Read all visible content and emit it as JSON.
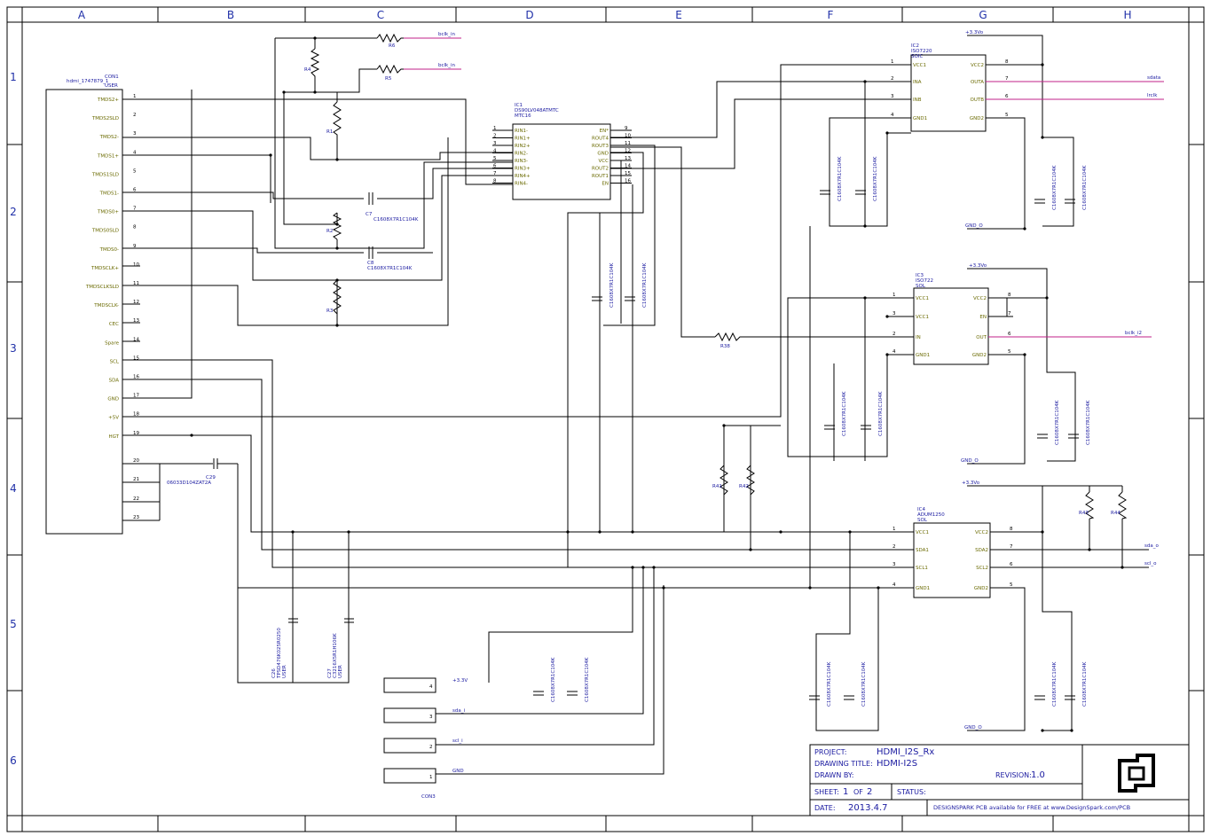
{
  "grid": {
    "columns": [
      "A",
      "B",
      "C",
      "D",
      "E",
      "F",
      "G",
      "H"
    ],
    "rows": [
      "1",
      "2",
      "3",
      "4",
      "5",
      "6"
    ]
  },
  "connector_hdmi": {
    "ref": "CON1",
    "part": "hdmi_1747879_1",
    "sub": "USER",
    "pins": [
      {
        "label": "TMDS2+",
        "num": "1"
      },
      {
        "label": "TMDS2SLD",
        "num": "2"
      },
      {
        "label": "TMDS2-",
        "num": "3"
      },
      {
        "label": "TMDS1+",
        "num": "4"
      },
      {
        "label": "TMDS1SLD",
        "num": "5"
      },
      {
        "label": "TMDS1-",
        "num": "6"
      },
      {
        "label": "TMDS0+",
        "num": "7"
      },
      {
        "label": "TMDS0SLD",
        "num": "8"
      },
      {
        "label": "TMDS0-",
        "num": "9"
      },
      {
        "label": "TMDSCLK+",
        "num": "10"
      },
      {
        "label": "TMDSCLKSLD",
        "num": "11"
      },
      {
        "label": "TMDSCLK-",
        "num": "12"
      },
      {
        "label": "CEC",
        "num": "13"
      },
      {
        "label": "Spare",
        "num": "14"
      },
      {
        "label": "SCL",
        "num": "15"
      },
      {
        "label": "SDA",
        "num": "16"
      },
      {
        "label": "GND",
        "num": "17"
      },
      {
        "label": "+5V",
        "num": "18"
      },
      {
        "label": "HGT",
        "num": "19"
      }
    ],
    "extra_pins": [
      "20",
      "21",
      "22",
      "23"
    ]
  },
  "u1": {
    "ref": "IC1",
    "part": "DS90LV048ATMTC",
    "sub": "MTC16",
    "left_pins": [
      {
        "label": "RIN1-",
        "num": "1"
      },
      {
        "label": "RIN1+",
        "num": "2"
      },
      {
        "label": "RIN2+",
        "num": "3"
      },
      {
        "label": "RIN2-",
        "num": "4"
      },
      {
        "label": "RIN3-",
        "num": "5"
      },
      {
        "label": "RIN3+",
        "num": "6"
      },
      {
        "label": "RIN4+",
        "num": "7"
      },
      {
        "label": "RIN4-",
        "num": "8"
      }
    ],
    "right_pins": [
      {
        "label": "EN*",
        "num": "9"
      },
      {
        "label": "ROUT4",
        "num": "10"
      },
      {
        "label": "ROUT3",
        "num": "11"
      },
      {
        "label": "GND",
        "num": "12"
      },
      {
        "label": "VCC",
        "num": "13"
      },
      {
        "label": "ROUT2",
        "num": "14"
      },
      {
        "label": "ROUT1",
        "num": "15"
      },
      {
        "label": "EN",
        "num": "16"
      }
    ]
  },
  "u2": {
    "ref": "IC2",
    "part": "ISO7220",
    "sub": "SOIC",
    "left_pins": [
      {
        "label": "VCC1",
        "num": "1"
      },
      {
        "label": "INA",
        "num": "2"
      },
      {
        "label": "INB",
        "num": "3"
      },
      {
        "label": "GND1",
        "num": "4"
      }
    ],
    "right_pins": [
      {
        "label": "VCC2",
        "num": "8"
      },
      {
        "label": "OUTA",
        "num": "7"
      },
      {
        "label": "OUTB",
        "num": "6"
      },
      {
        "label": "GND2",
        "num": "5"
      }
    ]
  },
  "u3": {
    "ref": "IC3",
    "part": "ISO722",
    "sub": "SOL",
    "left_pins": [
      {
        "label": "VCC1",
        "num": "1"
      },
      {
        "label": "VCC1",
        "num": "3"
      },
      {
        "label": "IN",
        "num": "2"
      },
      {
        "label": "GND1",
        "num": "4"
      }
    ],
    "right_pins": [
      {
        "label": "VCC2",
        "num": "8"
      },
      {
        "label": "EN",
        "num": "7"
      },
      {
        "label": "OUT",
        "num": "6"
      },
      {
        "label": "GND2",
        "num": "5"
      }
    ]
  },
  "u4": {
    "ref": "IC4",
    "part": "ADUM1250",
    "sub": "SOL",
    "left_pins": [
      {
        "label": "VCC1",
        "num": "1"
      },
      {
        "label": "SDA1",
        "num": "2"
      },
      {
        "label": "SCL1",
        "num": "3"
      },
      {
        "label": "GND1",
        "num": "4"
      }
    ],
    "right_pins": [
      {
        "label": "VCC2",
        "num": "8"
      },
      {
        "label": "SDA2",
        "num": "7"
      },
      {
        "label": "SCL2",
        "num": "6"
      },
      {
        "label": "GND2",
        "num": "5"
      }
    ]
  },
  "connector_out": {
    "ref": "CON3",
    "pins": [
      {
        "num": "4",
        "net": "+3.3V"
      },
      {
        "num": "3",
        "net": "sda_i"
      },
      {
        "num": "2",
        "net": "scl_i"
      },
      {
        "num": "1",
        "net": "GND"
      }
    ]
  },
  "resistors": {
    "r1": "R1",
    "r2": "R2",
    "r3": "R3",
    "r4": "R4",
    "r5": "R5",
    "r6": "R6",
    "r38": "R38",
    "r41": "R41",
    "r42": "R42",
    "r43": "R43",
    "r44": "R44"
  },
  "nets": {
    "bclk_in": "bclk_in",
    "bclk_in2": "bclk_in",
    "sdata": "sdata",
    "lrclk": "lrclk",
    "bclk_i2": "bclk_i2",
    "sda_o": "sda_o",
    "scl_o": "scl_o",
    "v33_a": "+3.3Vo",
    "v33_b": "+3.3Vo",
    "v33_c": "+3.3Vo",
    "gnd_a": "GND_O",
    "gnd_b": "GND_O",
    "gnd_c": "GND_O",
    "cap_part": "C1608X7R1C104K",
    "cap_c7": "C7",
    "cap_c8": "C8",
    "c29_ref": "C29",
    "c29_part": "06033D104ZAT2A",
    "c26_ref": "C26",
    "c26_part": "TPSD476K025R0250",
    "c26_sub": "USER",
    "c27_ref": "C27",
    "c27_part": "C3216X5R1H106K",
    "c27_sub": "USER"
  },
  "title_block": {
    "project_label": "PROJECT:",
    "project": "HDMI_I2S_Rx",
    "drawing_label": "DRAWING TITLE:",
    "drawing": "HDMI-I2S",
    "drawn_label": "DRAWN BY:",
    "revision_label": "REVISION:",
    "revision": "1.0",
    "sheet_label": "SHEET:",
    "sheet": "1",
    "of_label": "OF",
    "of": "2",
    "status_label": "STATUS:",
    "date_label": "DATE:",
    "date": "2013.4.7",
    "footer": "DESIGNSPARK PCB available for FREE at www.DesignSpark.com/PCB"
  },
  "colors": {
    "frame": "#000000",
    "label": "#2030a8",
    "pin_label": "#6a6a00",
    "net": "#c0208a"
  }
}
